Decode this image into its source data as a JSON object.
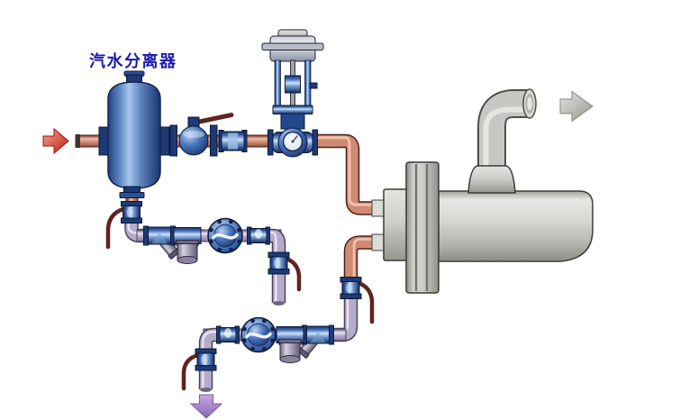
{
  "labels": {
    "separator": "汽水分离器"
  },
  "icons": {
    "inlet_arrow": "red-right-arrow",
    "outlet_arrow": "gray-right-arrow",
    "drain_arrow": "purple-down-arrow"
  },
  "equipment": [
    "steam separator vessel",
    "ball valve with lever",
    "inline sight check fitting",
    "pneumatic control valve with diaphragm actuator",
    "shell heat exchanger with flange and vent elbow",
    "separator drain trap set: isolation valve, y-strainer, sight pot, float steam trap, check valve, outlet valve",
    "exchanger condensate trap set: isolation valve, y-strainer, sight pot, float steam trap, check valve, drain valve"
  ],
  "colors": {
    "background": "#ffffff",
    "label_text": "#1c1cae",
    "steam_pipe": "#cf8a73",
    "condensate_pipe": "#b6abc8",
    "equipment_blue": "#2f5cab",
    "vessel_gray": "#c7c7c3",
    "handle_red": "#5e241e",
    "inlet_arrow": "#d02c1c",
    "outlet_arrow": "#c2c2be",
    "drain_arrow": "#a888cf"
  }
}
